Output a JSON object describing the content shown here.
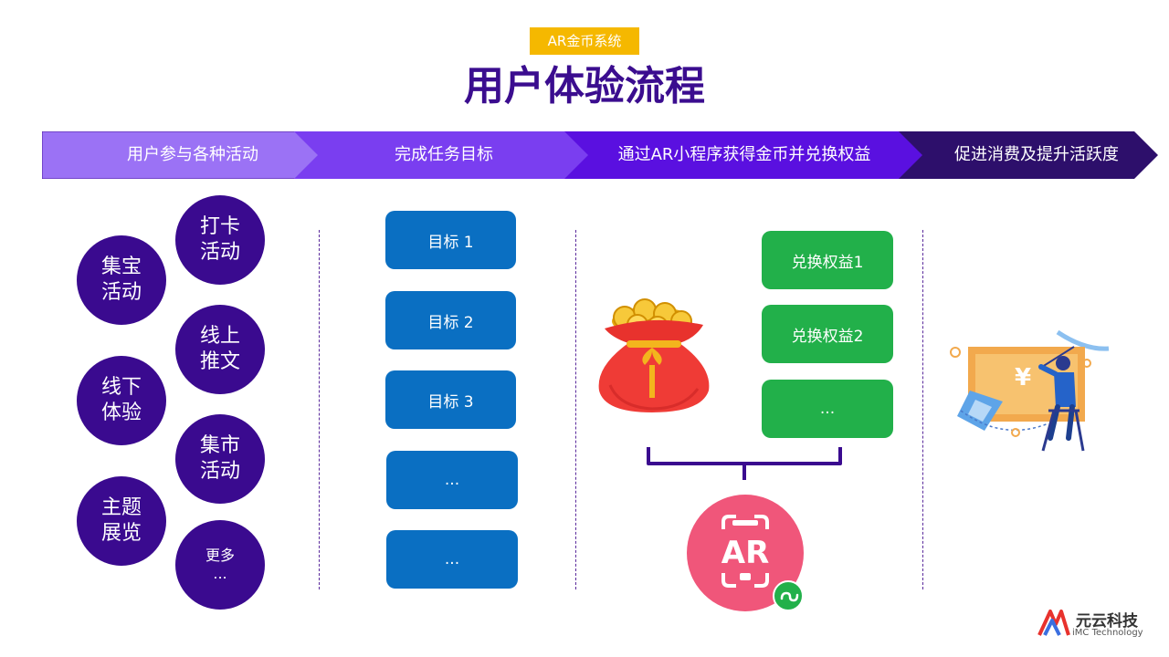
{
  "header": {
    "tag": "AR金币系统",
    "title": "用户体验流程"
  },
  "process": {
    "steps": [
      {
        "label": "用户参与各种活动",
        "color": "#9b72f5"
      },
      {
        "label": "完成任务目标",
        "color": "#7a3ef0"
      },
      {
        "label": "通过AR小程序获得金币并兑换权益",
        "color": "#5a10e0"
      },
      {
        "label": "促进消费及提升活跃度",
        "color": "#2d0f6b"
      }
    ]
  },
  "activities": {
    "items": [
      {
        "label": "打卡\n活动"
      },
      {
        "label": "集宝\n活动"
      },
      {
        "label": "线上\n推文"
      },
      {
        "label": "线下\n体验"
      },
      {
        "label": "集市\n活动"
      },
      {
        "label": "主题\n展览"
      },
      {
        "label": "更多\n..."
      }
    ]
  },
  "goals": {
    "items": [
      {
        "label": "目标 1"
      },
      {
        "label": "目标 2"
      },
      {
        "label": "目标 3"
      },
      {
        "label": "..."
      },
      {
        "label": "..."
      }
    ]
  },
  "benefits": {
    "items": [
      {
        "label": "兑换权益1"
      },
      {
        "label": "兑换权益2"
      },
      {
        "label": "..."
      }
    ],
    "ar_badge": "AR"
  },
  "logo": {
    "name_cn": "元云科技",
    "name_en": "iMC Technology"
  },
  "colors": {
    "primary_purple": "#3a0a8f",
    "goal_blue": "#0a6fc2",
    "benefit_green": "#22b04a",
    "tag_yellow": "#f5b800",
    "ar_pink": "#f0567a"
  }
}
